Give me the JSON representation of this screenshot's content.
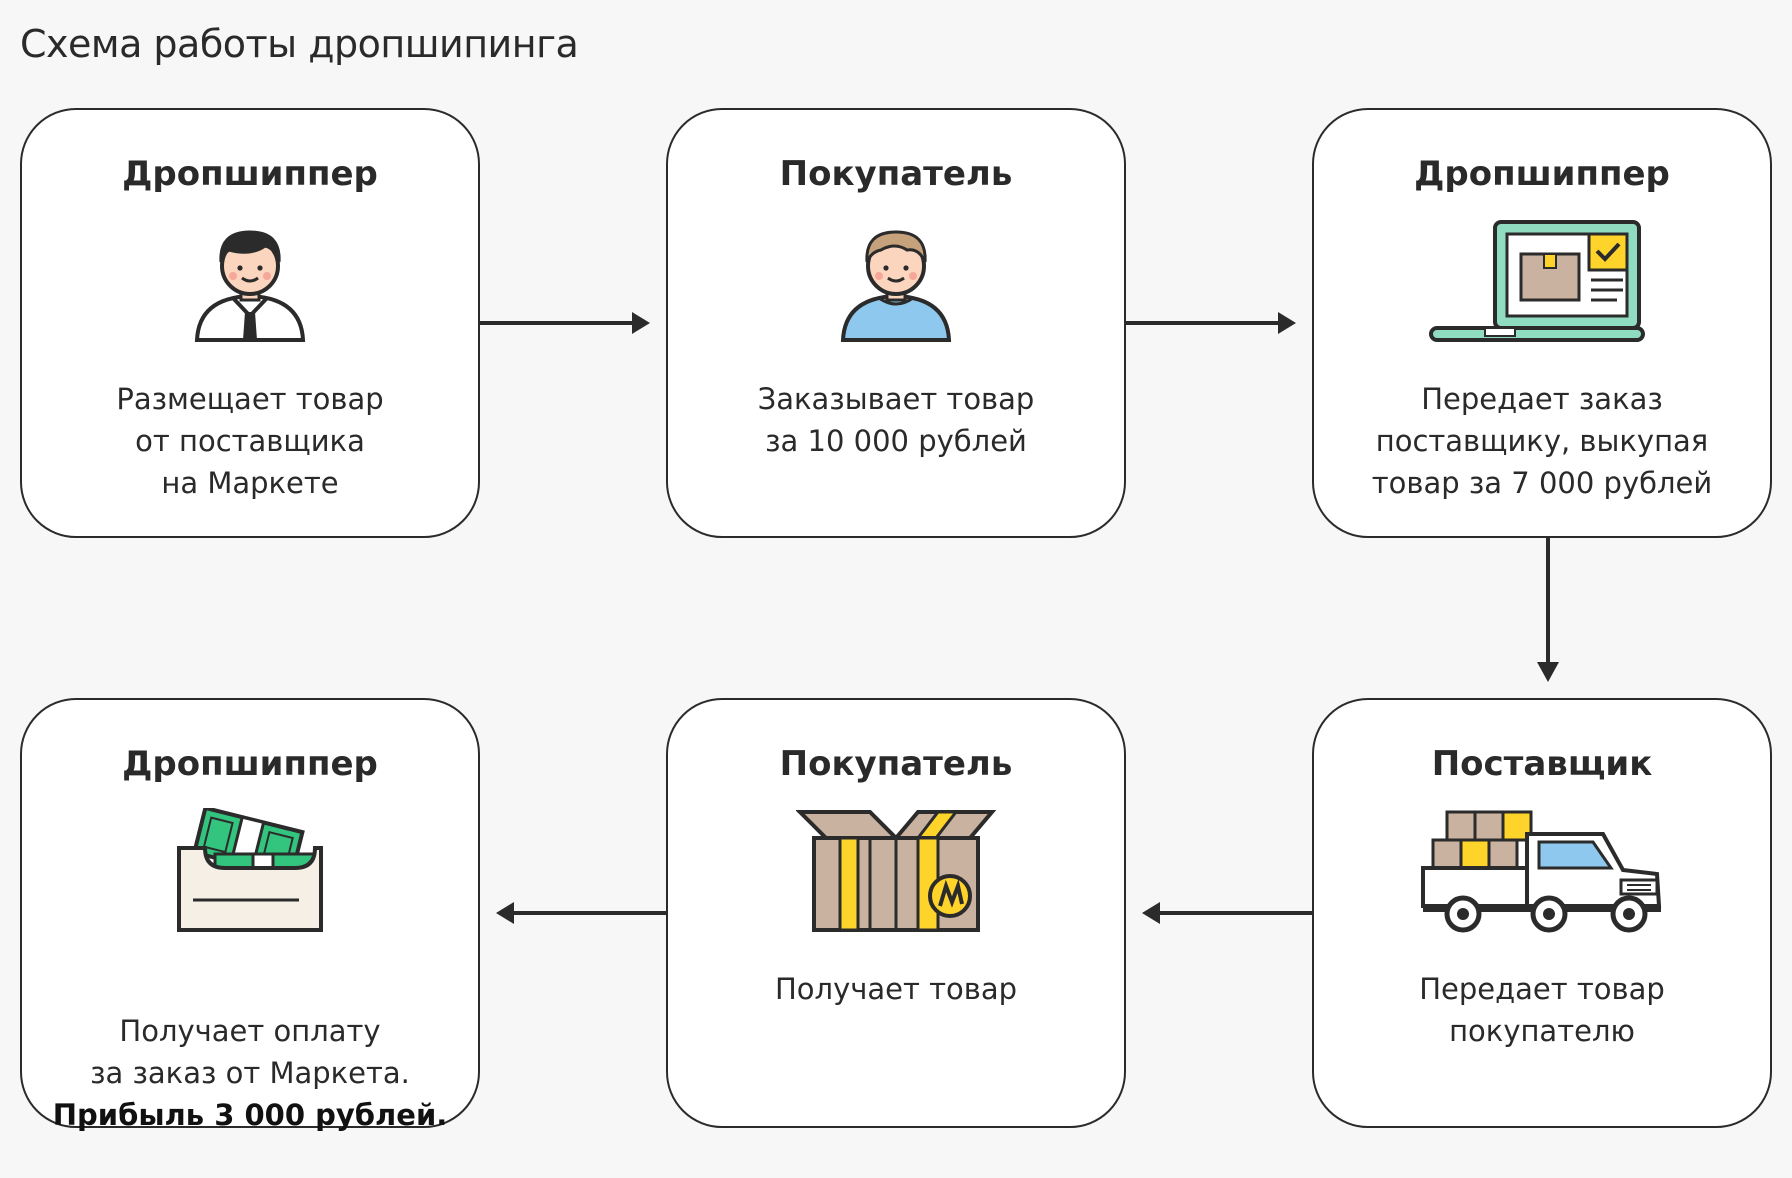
{
  "title": "Схема работы дропшипинга",
  "steps": [
    {
      "role": "Дропшиппер",
      "icon": "dropshipper-person-icon",
      "text": "Размещает товар\nот поставщика\nна Маркете"
    },
    {
      "role": "Покупатель",
      "icon": "buyer-person-icon",
      "text": "Заказывает товар\nза 10 000 рублей"
    },
    {
      "role": "Дропшиппер",
      "icon": "laptop-order-icon",
      "text": "Передает заказ\nпоставщику, выкупая\nтовар за 7 000 рублей"
    },
    {
      "role": "Поставщик",
      "icon": "delivery-truck-icon",
      "text": "Передает товар\nпокупателю"
    },
    {
      "role": "Покупатель",
      "icon": "market-box-icon",
      "text": "Получает товар"
    },
    {
      "role": "Дропшиппер",
      "icon": "money-box-icon",
      "text": "Получает оплату\nза заказ от Маркета.",
      "highlight": "Прибыль 3 000 рублей."
    }
  ],
  "colors": {
    "border": "#2b2b2b",
    "accent_yellow": "#fed42b",
    "box_brown": "#c9b3a0",
    "money_green": "#33c47e",
    "laptop_teal": "#8fdcc0",
    "buyer_blue": "#8ec8ee",
    "background": "#f7f7f7"
  }
}
